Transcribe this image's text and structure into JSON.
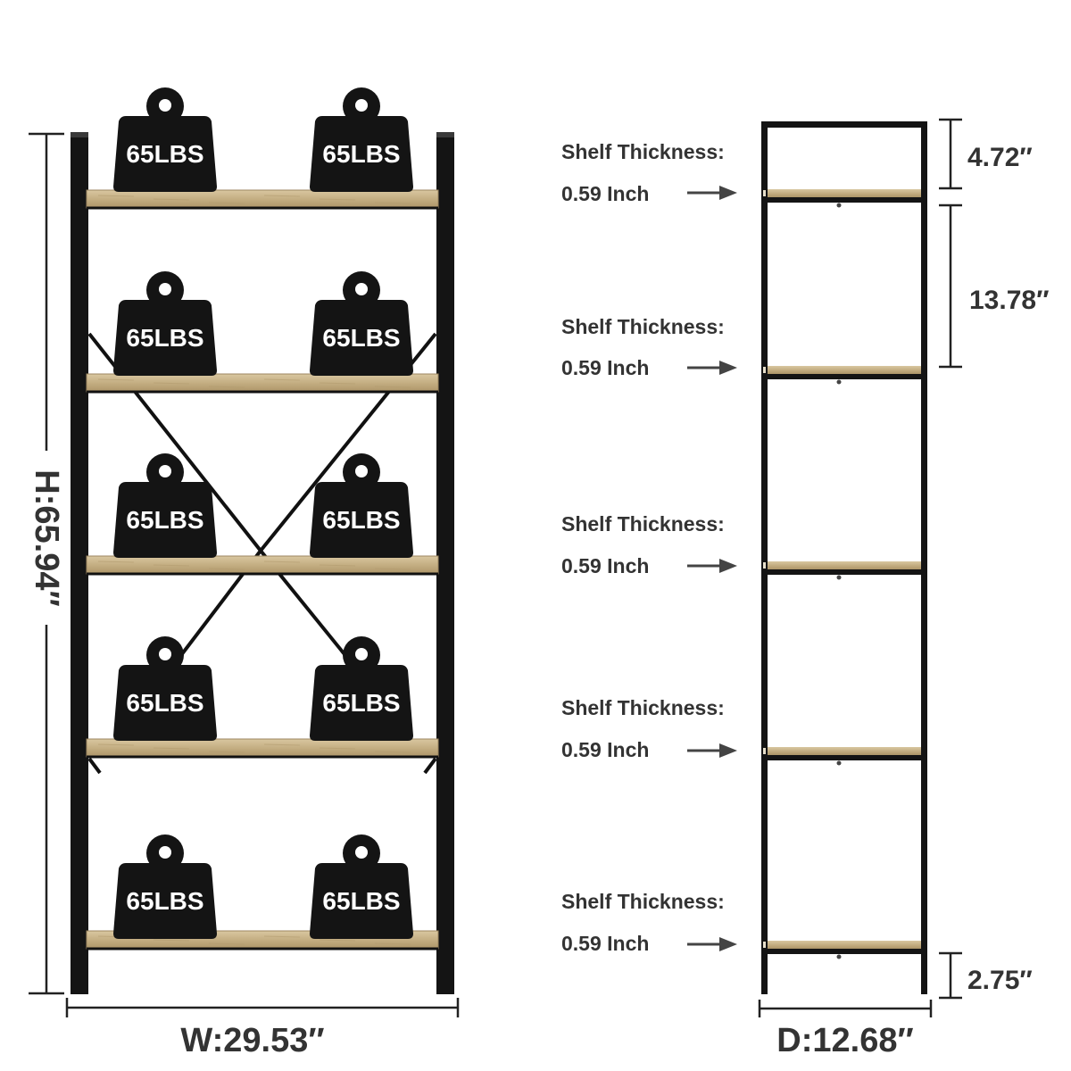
{
  "front": {
    "width_label": "W:29.53″",
    "height_label": "H:65.94″",
    "weight_label": "65LBS",
    "weights_per_shelf": 2,
    "shelf_count": 5
  },
  "side": {
    "depth_label": "D:12.68″",
    "top_gap_label": "4.72″",
    "shelf_gap_label": "13.78″",
    "bottom_gap_label": "2.75″",
    "callouts": [
      {
        "title": "Shelf Thickness:",
        "value": "0.59 Inch"
      },
      {
        "title": "Shelf Thickness:",
        "value": "0.59 Inch"
      },
      {
        "title": "Shelf Thickness:",
        "value": "0.59 Inch"
      },
      {
        "title": "Shelf Thickness:",
        "value": "0.59 Inch"
      },
      {
        "title": "Shelf Thickness:",
        "value": "0.59 Inch"
      }
    ]
  },
  "colors": {
    "frame": "#111111",
    "wood": "#c8b48a",
    "wood_edge": "#a89266",
    "text": "#333333",
    "weight": "#141414"
  }
}
